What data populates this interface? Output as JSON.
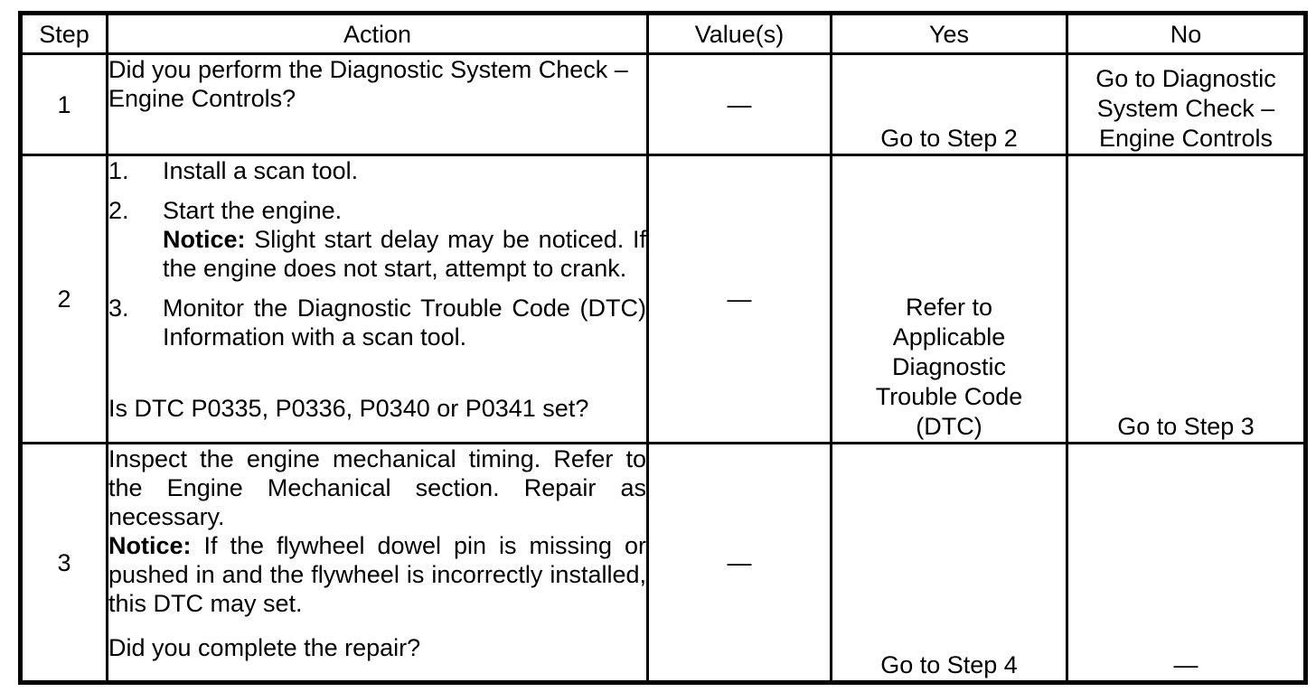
{
  "table": {
    "headers": {
      "step": "Step",
      "action": "Action",
      "values": "Value(s)",
      "yes": "Yes",
      "no": "No"
    },
    "rows": [
      {
        "step": "1",
        "question": "Did you perform the Diagnostic System Check – Engine Controls?",
        "value": "—",
        "yes": "Go to Step 2",
        "no": "Go to Diagnostic\nSystem Check –\nEngine Controls"
      },
      {
        "step": "2",
        "items": [
          {
            "num": "1.",
            "text": "Install a scan tool."
          },
          {
            "num": "2.",
            "text": "Start the engine.",
            "notice_label": "Notice:",
            "notice_text": "Slight start delay may be noticed. If the engine does not start, attempt to crank."
          },
          {
            "num": "3.",
            "text": "Monitor the Diagnostic Trouble Code (DTC) Information with a scan tool."
          }
        ],
        "question": "Is DTC P0335, P0336, P0340 or P0341 set?",
        "value": "—",
        "yes": "Refer to\nApplicable\nDiagnostic\nTrouble Code\n(DTC)",
        "no": "Go to Step 3"
      },
      {
        "step": "3",
        "paragraph": "Inspect the engine mechanical timing. Refer to the Engine Mechanical section. Repair as necessary.",
        "notice_label": "Notice:",
        "notice_text": "If the flywheel dowel pin is missing or pushed in and the flywheel is incorrectly installed, this DTC may set.",
        "question": "Did you complete the repair?",
        "value": "—",
        "yes": "Go to Step 4",
        "no": "—"
      }
    ]
  }
}
